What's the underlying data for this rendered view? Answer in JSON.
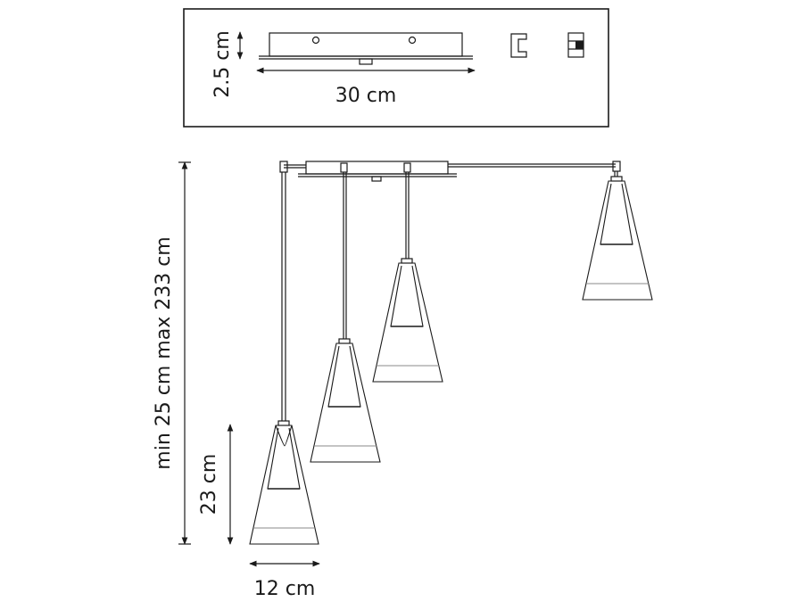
{
  "labels": {
    "canopy_height": "2.5 cm",
    "canopy_width": "30 cm",
    "drop_range": "min 25 cm max 233 cm",
    "shade_height": "23 cm",
    "shade_width": "12 cm"
  },
  "colors": {
    "line": "#1a1a1a",
    "band": "#888888",
    "background": "#ffffff"
  }
}
